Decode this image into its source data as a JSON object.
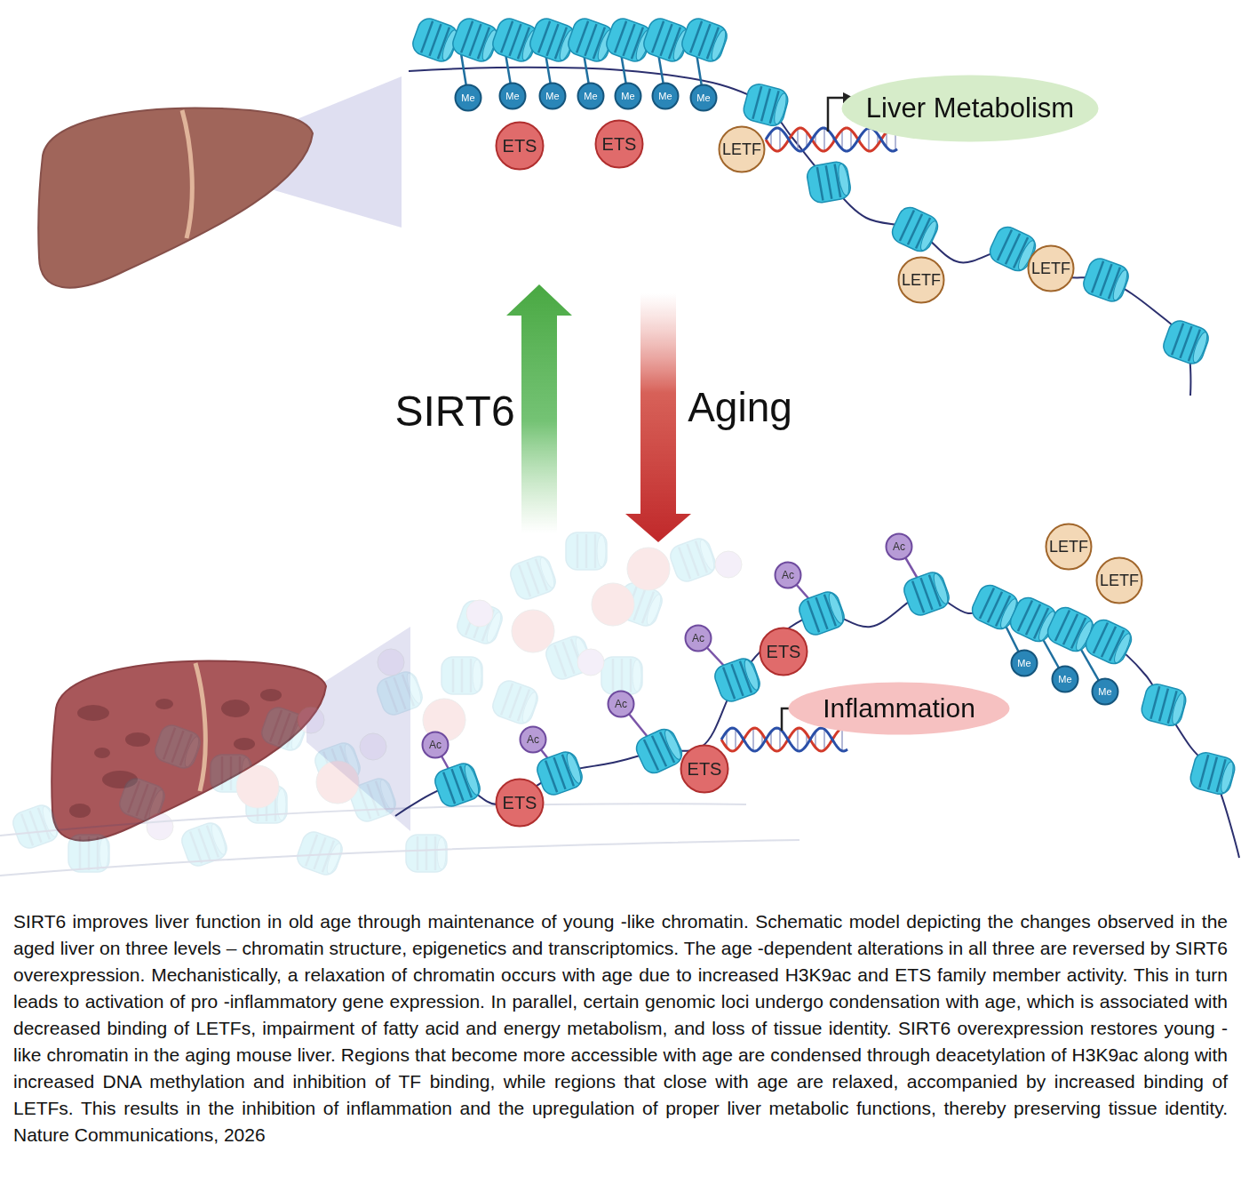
{
  "diagram": {
    "caption": "SIRT6 improves liver function in old age through maintenance of young -like chromatin. Schematic model depicting the changes observed in the aged liver on three levels – chromatin structure, epigenetics and transcriptomics. The age -dependent alterations in all three are reversed by SIRT6 overexpression. Mechanistically, a relaxation of chromatin occurs with age due to increased H3K9ac and ETS family member activity. This in turn leads to activation of pro -inflammatory gene expression. In parallel, certain genomic loci undergo condensation with age, which is associated with decreased binding of LETFs, impairment of fatty acid and energy metabolism, and loss of tissue identity. SIRT6 overexpression restores young -like chromatin in the aging mouse liver. Regions that become more accessible with age are condensed through deacetylation of H3K9ac along with increased DNA methylation and inhibition of TF binding, while regions that close with age are relaxed, accompanied by increased binding of LETFs. This results in the inhibition of inflammation and the upregulation of proper liver metabolic functions, thereby preserving tissue identity. Nature Communications, 2026",
    "nodes": [
      {
        "text": [
          "Me"
        ]
      },
      {
        "text": [
          "Me"
        ]
      },
      {
        "text": [
          "Me"
        ]
      },
      {
        "text": [
          "Me"
        ]
      },
      {
        "text": [
          "Me"
        ]
      },
      {
        "text": [
          "Me"
        ]
      },
      {
        "text": [
          "Me"
        ]
      },
      {
        "text": [
          "Liver Metabolism"
        ]
      },
      {
        "text": [
          "ETS"
        ]
      },
      {
        "text": [
          "ETS"
        ]
      },
      {
        "text": [
          "LETF"
        ]
      },
      {
        "text": [
          "LETF"
        ]
      },
      {
        "text": [
          "LETF"
        ]
      },
      {
        "text": [
          "LETF"
        ]
      },
      {
        "text": [
          "Ac"
        ]
      },
      {
        "text": [
          "LETF"
        ]
      },
      {
        "text": [
          "Ac"
        ]
      },
      {
        "text": [
          "Ac"
        ]
      },
      {
        "text": [
          "ETS"
        ]
      },
      {
        "text": [
          "Me"
        ]
      },
      {
        "text": [
          "Me"
        ]
      },
      {
        "text": [
          "Me"
        ]
      },
      {
        "text": [
          "Ac"
        ]
      },
      {
        "text": [
          "Inflammation"
        ]
      },
      {
        "text": [
          "Ac"
        ]
      },
      {
        "text": [
          "Ac"
        ]
      },
      {
        "text": [
          "ETS"
        ]
      },
      {
        "text": [
          "ETS"
        ]
      }
    ],
    "labels": [
      "SIRT6",
      "Aging"
    ]
  }
}
